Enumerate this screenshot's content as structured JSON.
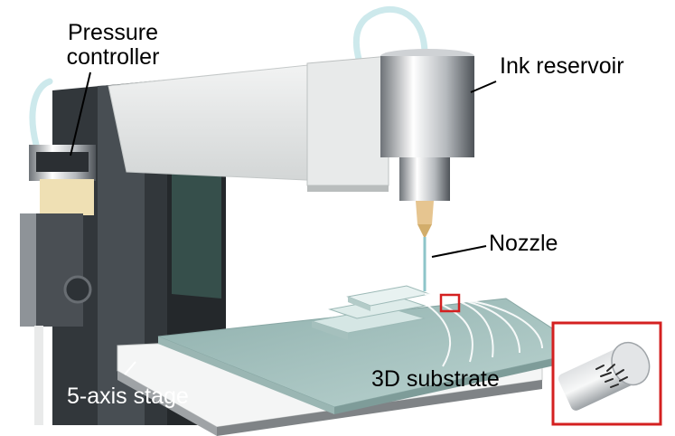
{
  "labels": {
    "pressure_controller_line1": "Pressure",
    "pressure_controller_line2": "controller",
    "ink_reservoir": "Ink reservoir",
    "nozzle": "Nozzle",
    "substrate": "3D substrate",
    "stage": "5-axis stage"
  },
  "colors": {
    "highlight_box": "#d42020",
    "glass_substrate": "#a9c4c1",
    "machine_body": "#3a3f44",
    "gantry": "#e4e6e6",
    "tubing": "#cde9ec",
    "nozzle_tip": "#e6c590",
    "printed_filament": "#ffffff"
  },
  "icons": [
    "pressure-controller-icon",
    "ink-reservoir-icon",
    "nozzle-icon",
    "tubing-icon",
    "inset-magnified-nozzle-icon"
  ]
}
